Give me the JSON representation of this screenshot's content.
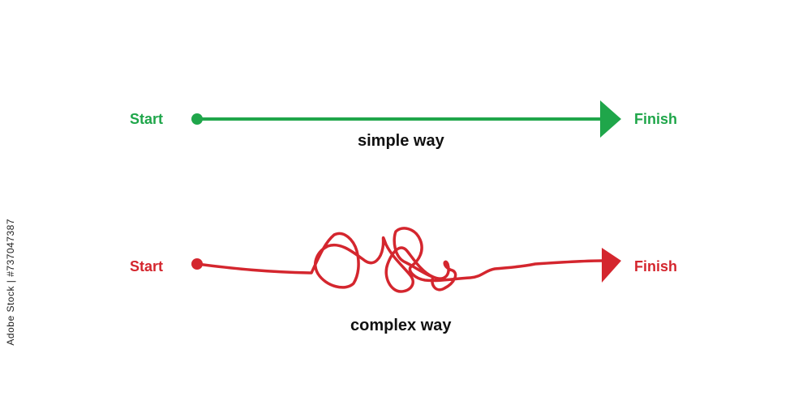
{
  "diagram": {
    "simple": {
      "start_label": "Start",
      "finish_label": "Finish",
      "caption": "simple way",
      "color": "#1fa64a"
    },
    "complex": {
      "start_label": "Start",
      "finish_label": "Finish",
      "caption": "complex way",
      "color": "#d4262e"
    }
  },
  "watermark": {
    "side_text": "Adobe Stock | #737047387"
  }
}
